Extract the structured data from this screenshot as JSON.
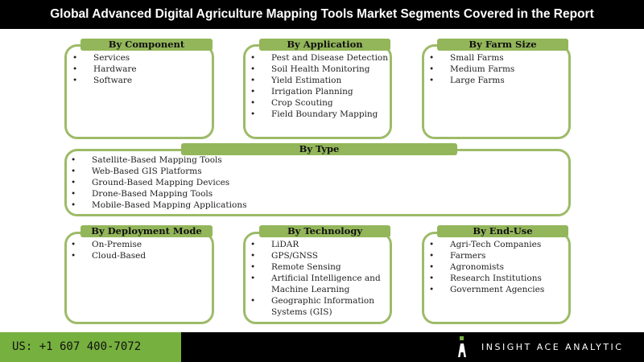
{
  "title": "Global Advanced Digital Agriculture Mapping Tools Market Segments Covered in the Report",
  "segments": {
    "component": {
      "label": "By Component",
      "items": [
        "Services",
        "Hardware",
        "Software"
      ]
    },
    "application": {
      "label": "By Application",
      "items": [
        "Pest and Disease Detection",
        "Soil Health Monitoring",
        "Yield Estimation",
        "Irrigation Planning",
        "Crop Scouting",
        "Field Boundary Mapping"
      ]
    },
    "farm_size": {
      "label": "By Farm Size",
      "items": [
        "Small Farms",
        "Medium Farms",
        "Large Farms"
      ]
    },
    "type": {
      "label": "By Type",
      "items": [
        "Satellite-Based Mapping Tools",
        "Web-Based GIS Platforms",
        "Ground-Based Mapping Devices",
        "Drone-Based Mapping Tools",
        "Mobile-Based Mapping Applications"
      ]
    },
    "deployment": {
      "label": "By Deployment Mode",
      "items": [
        "On-Premise",
        "Cloud-Based"
      ]
    },
    "technology": {
      "label": "By Technology",
      "items": [
        "LiDAR",
        "GPS/GNSS",
        "Remote Sensing",
        "Artificial Intelligence and Machine Learning",
        "Geographic Information Systems (GIS)"
      ]
    },
    "end_use": {
      "label": "By End-Use",
      "items": [
        "Agri-Tech Companies",
        "Farmers",
        "Agronomists",
        "Research Institutions",
        "Government Agencies"
      ]
    }
  },
  "footer": {
    "phone": "US: +1 607 400-7072",
    "brand": "INSIGHT ACE ANALYTIC"
  },
  "colors": {
    "accent": "#93b65a",
    "border": "#9dbb68",
    "footer_green": "#76b03e"
  }
}
